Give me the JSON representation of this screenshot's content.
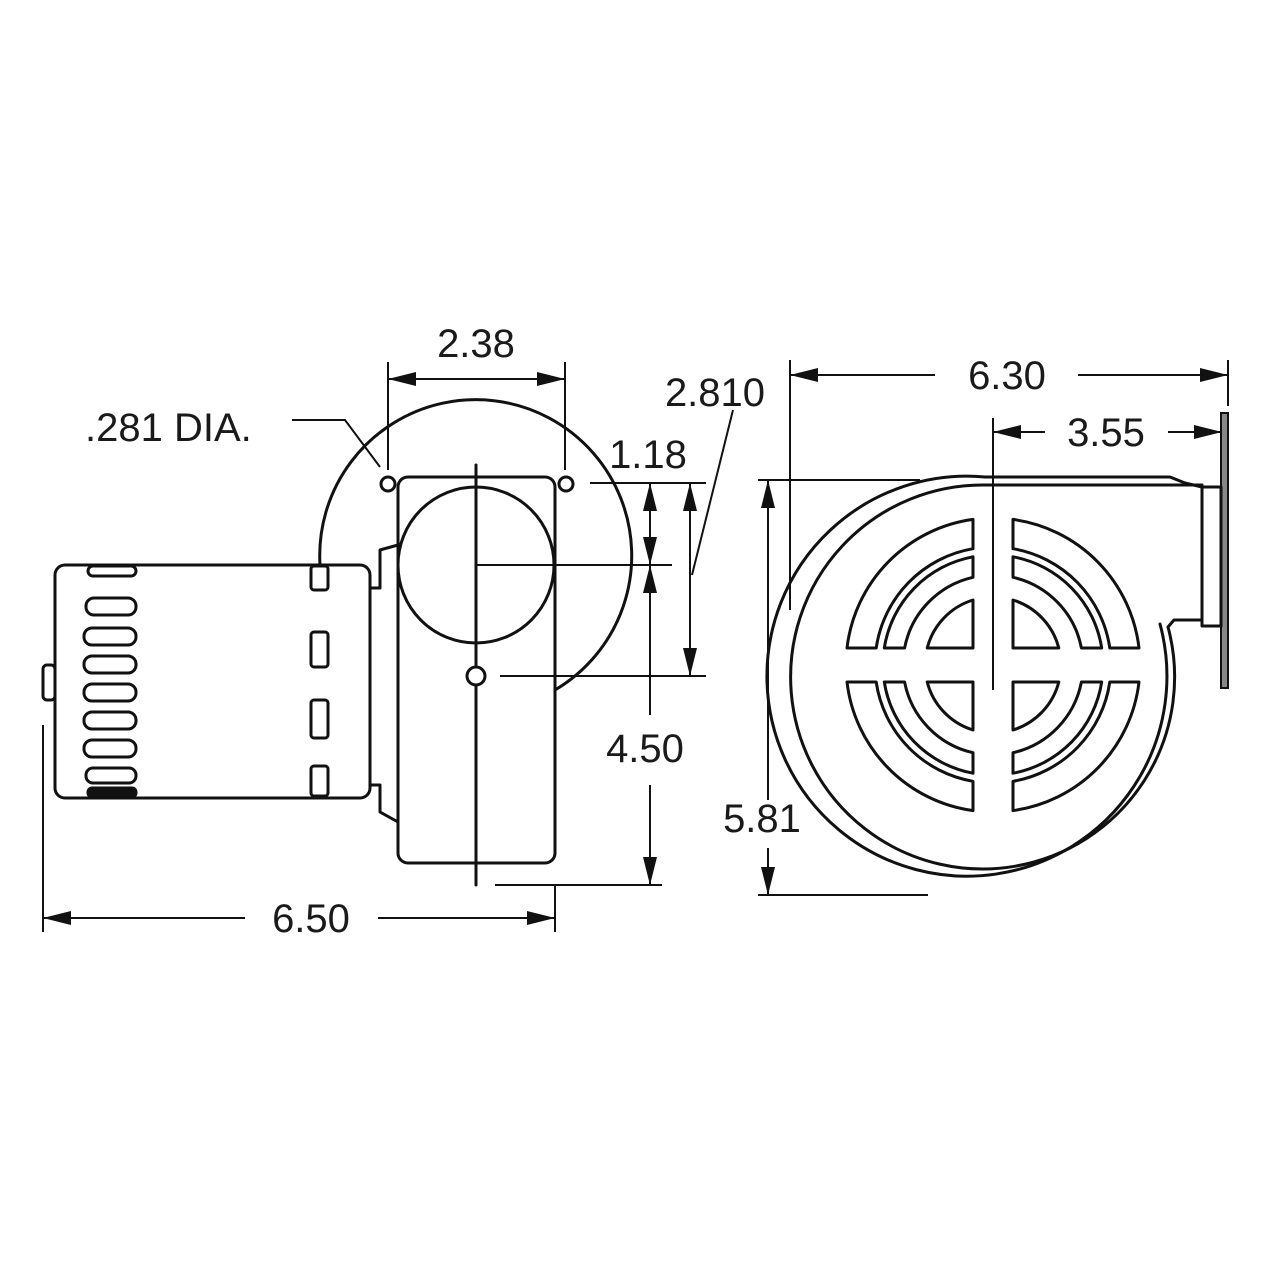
{
  "colors": {
    "line": "#111111",
    "background": "#ffffff",
    "plate": "#888888"
  },
  "side_view": {
    "hole_dia_label": ".281 DIA.",
    "hole_spacing": "2.38",
    "hole_to_center": "1.18",
    "hole_to_mount": "2.810",
    "height": "4.50",
    "overall_length": "6.50"
  },
  "front_view": {
    "overall_width": "6.30",
    "center_to_flange": "3.55",
    "height": "5.81"
  }
}
